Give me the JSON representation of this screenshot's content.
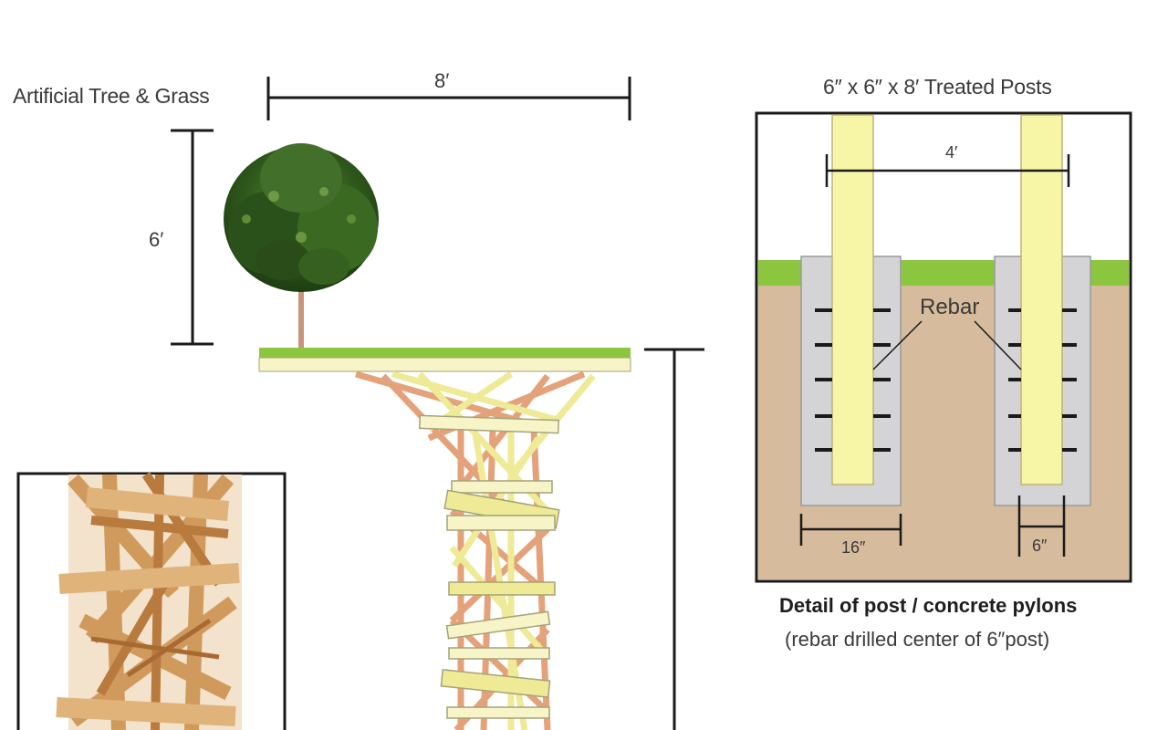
{
  "labels": {
    "tree": "Artificial Tree & Grass",
    "width_dim": "8′",
    "height_dim": "6′",
    "posts_title": "6″ x 6″ x 8′ Treated Posts",
    "post_spacing": "4′",
    "rebar": "Rebar",
    "pylon_width": "16″",
    "post_width": "6″",
    "detail_title": "Detail of post / concrete pylons",
    "detail_note": "(rebar drilled center of 6″post)"
  },
  "colors": {
    "grass": "#8cc63f",
    "soil": "#d6bc9c",
    "concrete": "#d4d4d6",
    "post": "#f7f5a6",
    "platform": "#f7f4c8",
    "slat_tan": "#e4a27a",
    "slat_yellow": "#eeea96",
    "line": "#1a1a1a"
  },
  "icons": {
    "tree": "tree-icon",
    "photo": "wood-sculpture-photo"
  }
}
